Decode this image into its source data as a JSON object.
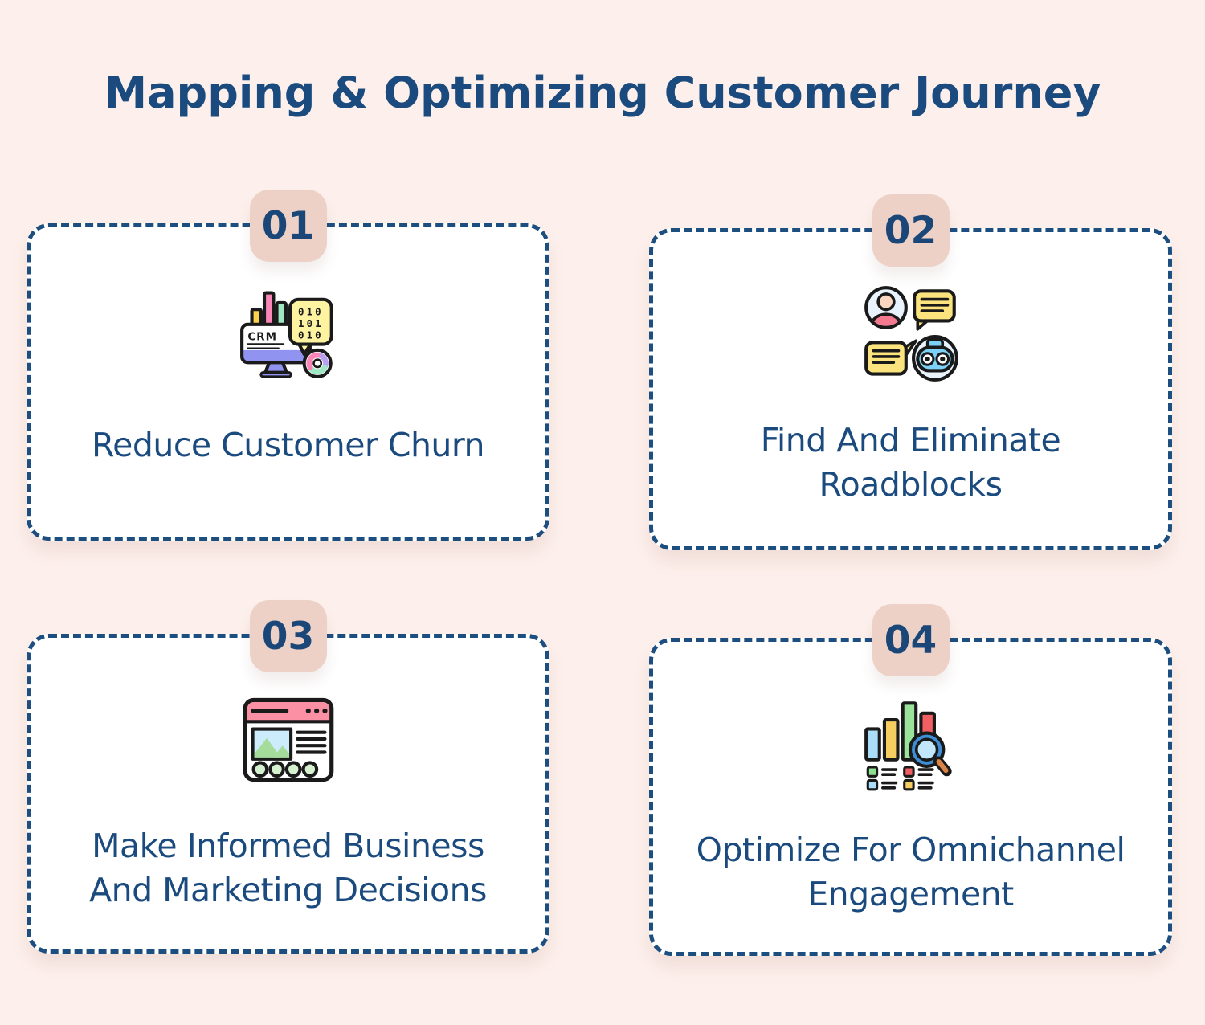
{
  "page": {
    "title": "Mapping & Optimizing Customer Journey",
    "colors": {
      "background": "#fdf0ec",
      "primary_blue": "#1b4b7e",
      "card_border_blue": "#1d4e80",
      "badge_pink": "#edd1c6",
      "card_background": "#ffffff"
    }
  },
  "cards": [
    {
      "number": "01",
      "icon": "crm-monitor-chart-icon",
      "lines": [
        "Reduce Customer Churn"
      ],
      "icon_text": {
        "crm": "CRM",
        "binary": [
          "010",
          "101",
          "010"
        ]
      }
    },
    {
      "number": "02",
      "icon": "customer-chatbot-conversation-icon",
      "lines": [
        "Find And Eliminate",
        "Roadblocks"
      ]
    },
    {
      "number": "03",
      "icon": "browser-window-analytics-icon",
      "lines": [
        "Make Informed Business",
        "And Marketing Decisions"
      ]
    },
    {
      "number": "04",
      "icon": "bar-chart-magnifier-icon",
      "lines": [
        "Optimize For Omnichannel",
        "Engagement"
      ]
    }
  ]
}
